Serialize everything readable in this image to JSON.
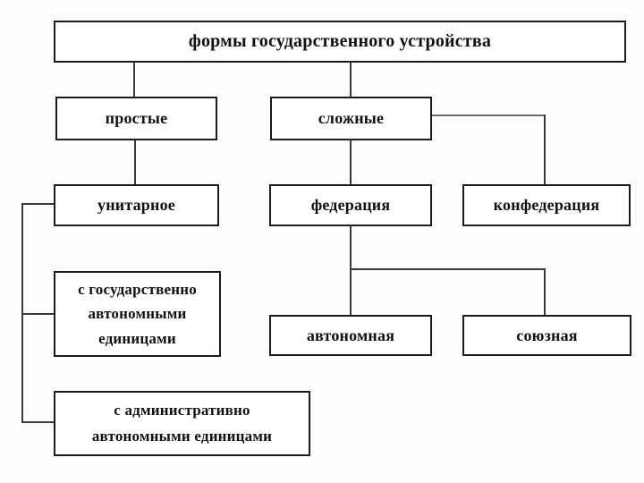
{
  "diagram": {
    "type": "flowchart",
    "language": "ru",
    "colors": {
      "background": "#fdfdfd",
      "box_fill": "#ffffff",
      "box_border": "#1b1b1b",
      "connector": "#3a3a3a",
      "connector_light": "#6a6a6a",
      "text": "#111111"
    },
    "nodes": {
      "title": {
        "label": "формы государственного устройства"
      },
      "prostye": {
        "label": "простые"
      },
      "slozhnye": {
        "label": "сложные"
      },
      "unitarnoe": {
        "label": "унитарное"
      },
      "federatsiya": {
        "label": "федерация"
      },
      "konfederatsiya": {
        "label": "конфедерация"
      },
      "gos_avtonom": {
        "line1": "с государственно",
        "line2": "автономными",
        "line3": "единицами"
      },
      "avtonomnaya": {
        "label": "автономная"
      },
      "soyuznaya": {
        "label": "союзная"
      },
      "adm_avtonom": {
        "line1": "с административно",
        "line2": "автономными единицами"
      }
    },
    "edges": [
      {
        "from": "формы государственного устройства",
        "to": "простые"
      },
      {
        "from": "формы государственного устройства",
        "to": "сложные"
      },
      {
        "from": "простые",
        "to": "унитарное"
      },
      {
        "from": "сложные",
        "to": "федерация"
      },
      {
        "from": "сложные",
        "to": "конфедерация"
      },
      {
        "from": "унитарное",
        "to": "с государственно автономными единицами"
      },
      {
        "from": "унитарное",
        "to": "с административно автономными единицами"
      },
      {
        "from": "федерация",
        "to": "автономная"
      },
      {
        "from": "федерация",
        "to": "союзная"
      }
    ]
  }
}
